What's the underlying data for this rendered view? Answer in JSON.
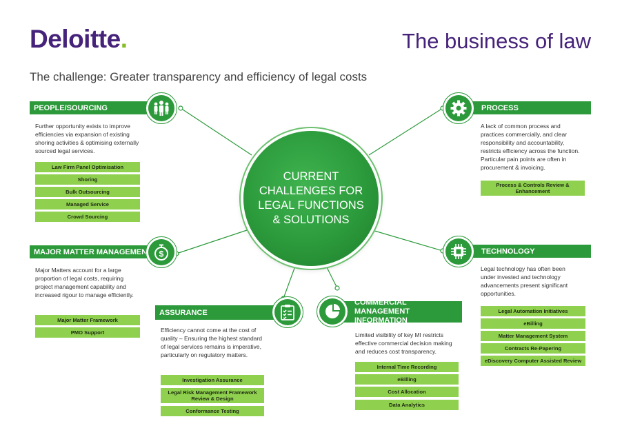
{
  "header": {
    "logo_text": "Deloitte",
    "logo_dot": ".",
    "page_title": "The business of law",
    "challenge": "The challenge: Greater transparency and efficiency of legal costs"
  },
  "center": {
    "text": "CURRENT CHALLENGES FOR LEGAL FUNCTIONS & SOLUTIONS"
  },
  "sections": {
    "people": {
      "title": "PEOPLE/SOURCING",
      "icon": "people-icon",
      "desc": "Further opportunity exists to improve efficiencies via expansion of existing shoring activities & optimising externally sourced legal services.",
      "chips": [
        "Law Firm Panel Optimisation",
        "Shoring",
        "Bulk Outsourcing",
        "Managed Service",
        "Crowd Sourcing"
      ]
    },
    "major": {
      "title": "MAJOR MATTER MANAGEMENT",
      "icon": "dollar-stopwatch-icon",
      "desc": "Major Matters account for a large proportion of legal costs, requiring project management capability and increased rigour to manage efficiently.",
      "chips": [
        "Major Matter Framework",
        "PMO Support"
      ]
    },
    "assurance": {
      "title": "ASSURANCE",
      "icon": "checklist-icon",
      "desc": "Efficiency cannot come at the cost of quality – Ensuring the highest standard of legal services remains is imperative, particularly on regulatory matters.",
      "chips": [
        "Investigation Assurance",
        "Legal Risk Management Framework Review & Design",
        "Conformance Testing"
      ]
    },
    "commercial": {
      "title": "COMMERCIAL MANAGEMENT INFORMATION",
      "icon": "pie-chart-icon",
      "desc": "Limited visibility of key MI restricts effective commercial decision making and reduces cost transparency.",
      "chips": [
        "Internal Time Recording",
        "eBilling",
        "Cost Allocation",
        "Data Analytics"
      ]
    },
    "process": {
      "title": "PROCESS",
      "icon": "gear-icon",
      "desc": "A lack of common process and practices commercially, and clear responsibility and accountability, restricts efficiency across the function. Particular pain points are often in procurement & invoicing.",
      "chips": [
        "Process & Controls Review & Enhancement"
      ]
    },
    "technology": {
      "title": "TECHNOLOGY",
      "icon": "chip-icon",
      "desc": "Legal technology has often been under invested and technology advancements present significant opportunities.",
      "chips": [
        "Legal Automation Initiatives",
        "eBilling",
        "Matter Management System",
        "Contracts Re-Papering",
        "eDiscovery Computer Assisted Review"
      ]
    }
  },
  "colors": {
    "purple": "#46237a",
    "green_dark": "#2c9a3a",
    "green_light": "#8fd14f",
    "logo_dot": "#86bc25"
  }
}
